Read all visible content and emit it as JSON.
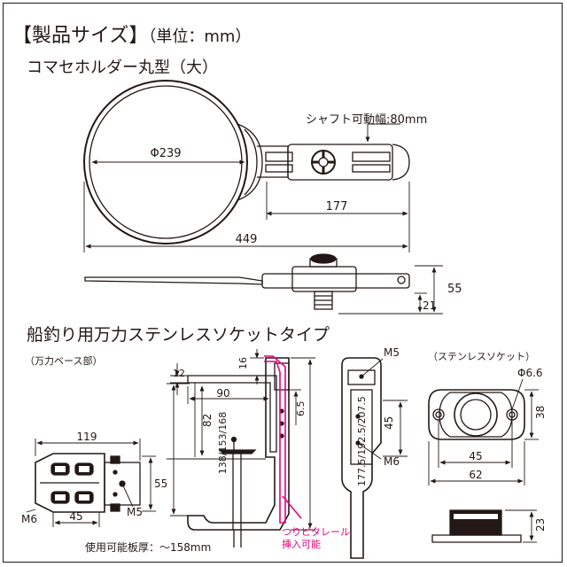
{
  "header": {
    "title": "【製品サイズ】",
    "unit": "（単位：mm）",
    "product_name": "コマセホルダー丸型（大）"
  },
  "holder": {
    "shaft_label": "シャフト可動幅:80mm",
    "dia": "Φ239",
    "dim_177": "177",
    "dim_449": "449",
    "dim_55": "55",
    "dim_21": "21"
  },
  "mount_section": {
    "title": "船釣り用万力ステンレスソケットタイプ",
    "base_label": "（万力ベース部）",
    "socket_label": "（ステンレスソケット）"
  },
  "base": {
    "dim_119": "119",
    "dim_55": "55",
    "dim_45": "45",
    "m6": "M6",
    "m5": "M5"
  },
  "clamp": {
    "dim_12": "12",
    "dim_16": "16",
    "dim_90": "90",
    "dim_82": "82",
    "dim_65": "6.5",
    "dim_138": "138/153/168",
    "dim_177": "177.5/192.5/207.5",
    "rail_note_1": "つりピタレール",
    "rail_note_2": "挿入可能",
    "thickness": "使用可能板厚：～158mm"
  },
  "side": {
    "m5": "M5",
    "m6": "M6",
    "dim_45": "45"
  },
  "socket": {
    "phi": "Φ6.6",
    "dim_38": "38",
    "dim_45": "45",
    "dim_62": "62",
    "dim_23": "23"
  },
  "colors": {
    "line": "#231815",
    "accent": "#e4007f"
  }
}
